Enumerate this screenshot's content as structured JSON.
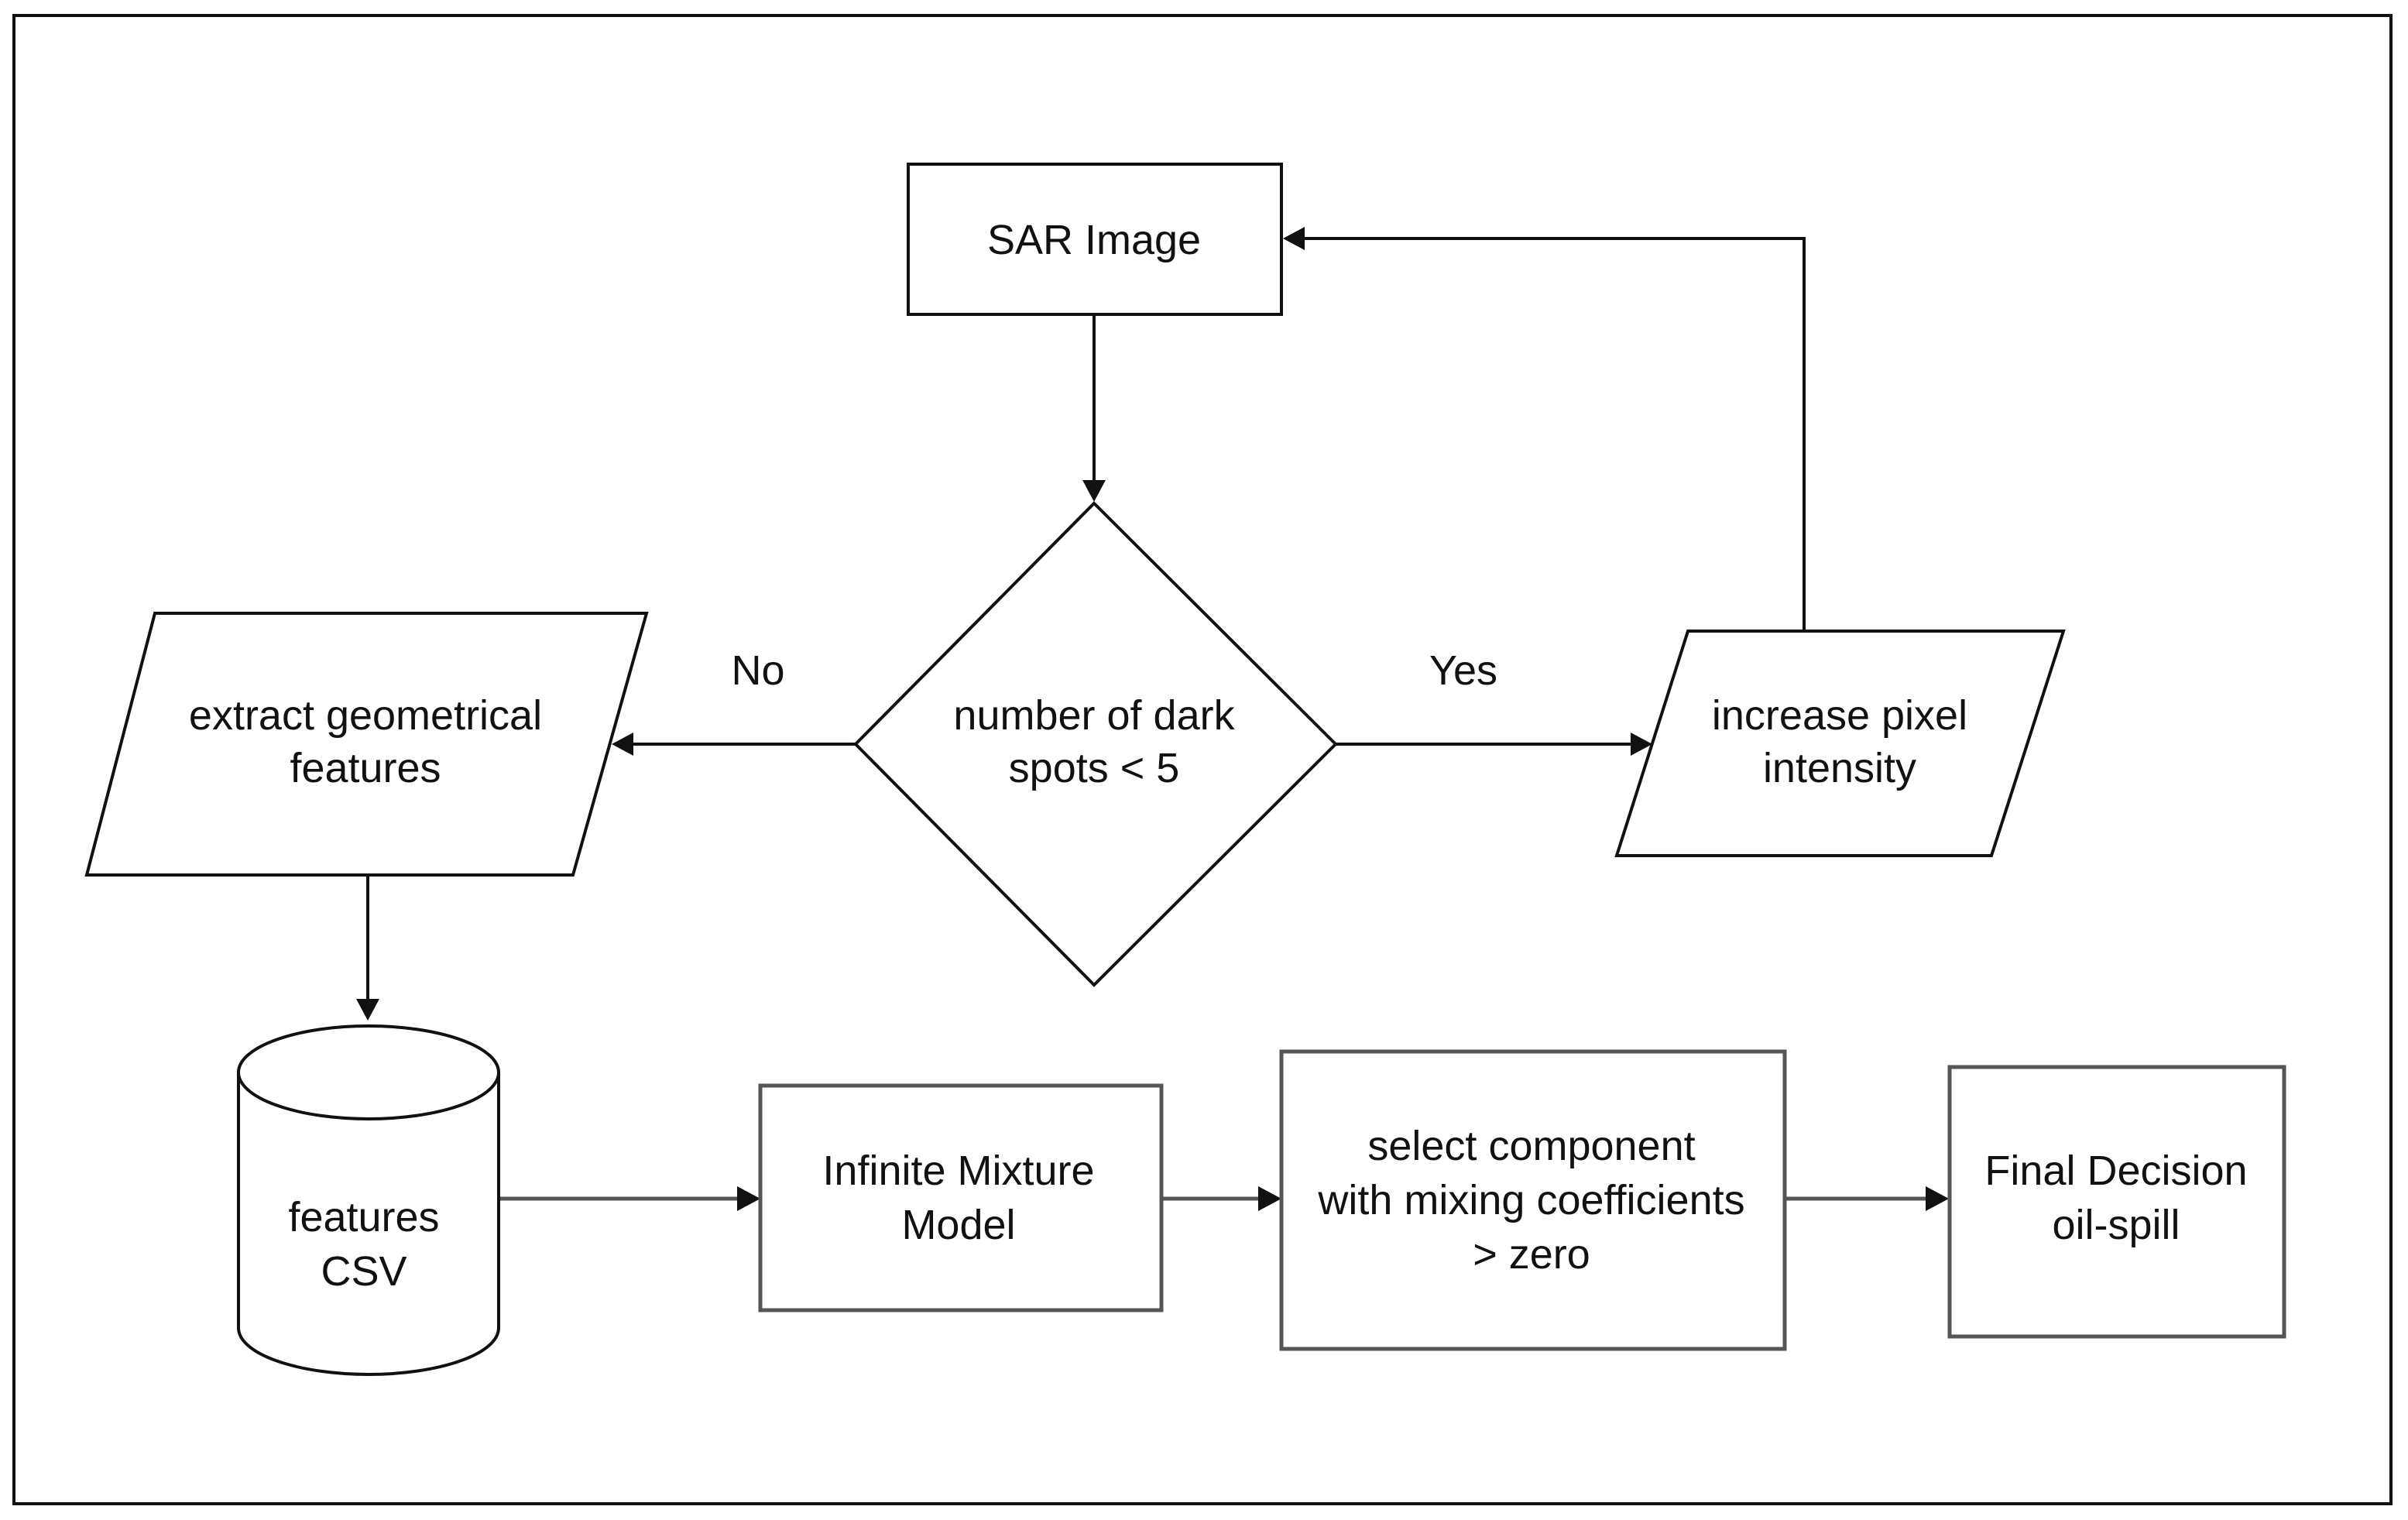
{
  "nodes": {
    "sar_image": {
      "label": "SAR Image"
    },
    "decision": {
      "lines": [
        "number of dark",
        "spots  < 5"
      ]
    },
    "extract": {
      "lines": [
        "extract geometrical",
        "features"
      ]
    },
    "increase": {
      "lines": [
        "increase pixel",
        "intensity"
      ]
    },
    "features_csv": {
      "lines": [
        "features",
        "CSV"
      ]
    },
    "mixture_model": {
      "lines": [
        "Infinite Mixture",
        "Model"
      ]
    },
    "select_component": {
      "lines": [
        "select component",
        "with mixing coefficients",
        "> zero"
      ]
    },
    "final_decision": {
      "lines": [
        "Final Decision",
        "oil-spill"
      ]
    }
  },
  "edges": {
    "no_label": "No",
    "yes_label": "Yes"
  },
  "colors": {
    "stroke": "#111111",
    "stroke_gray": "#555555",
    "background": "#ffffff"
  }
}
